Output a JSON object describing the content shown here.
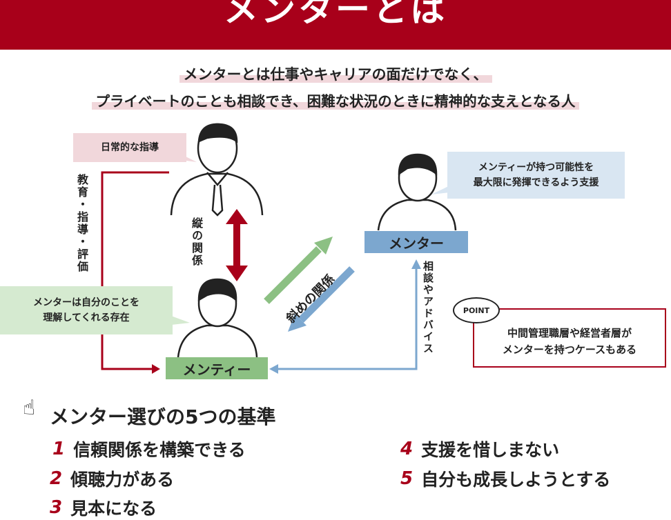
{
  "header": {
    "title": "メンターとは"
  },
  "intro": {
    "line1": "メンターとは仕事やキャリアの面だけでなく、",
    "line2": "プライベートのことも相談でき、困難な状況のときに精神的な支えとなる人"
  },
  "diagram": {
    "boss_callout": "日常的な指導",
    "boss_relation": "教育・指導・評価",
    "vertical_relation": "縦の関係",
    "mentee_callout_line1": "メンターは自分のことを",
    "mentee_callout_line2": "理解してくれる存在",
    "mentee_label": "メンティー",
    "mentor_label": "メンター",
    "mentor_callout_line1": "メンティーが持つ可能性を",
    "mentor_callout_line2": "最大限に発揮できるよう支援",
    "diagonal_relation": "斜めの関係",
    "advice_relation": "相談やアドバイス",
    "point_badge": "POINT",
    "point_line1": "中間管理職層や経営者層が",
    "point_line2": "メンターを持つケースもある"
  },
  "criteria": {
    "heading": "メンター選びの5つの基準",
    "items": [
      {
        "num": "1",
        "text": "信頼関係を構築できる"
      },
      {
        "num": "2",
        "text": "傾聴力がある"
      },
      {
        "num": "3",
        "text": "見本になる"
      },
      {
        "num": "4",
        "text": "支援を惜しまない"
      },
      {
        "num": "5",
        "text": "自分も成長しようとする"
      }
    ]
  },
  "colors": {
    "brand": "#a8001a",
    "green": "#8cc083",
    "blue": "#7ca7cf",
    "pink": "#f1d7db"
  }
}
